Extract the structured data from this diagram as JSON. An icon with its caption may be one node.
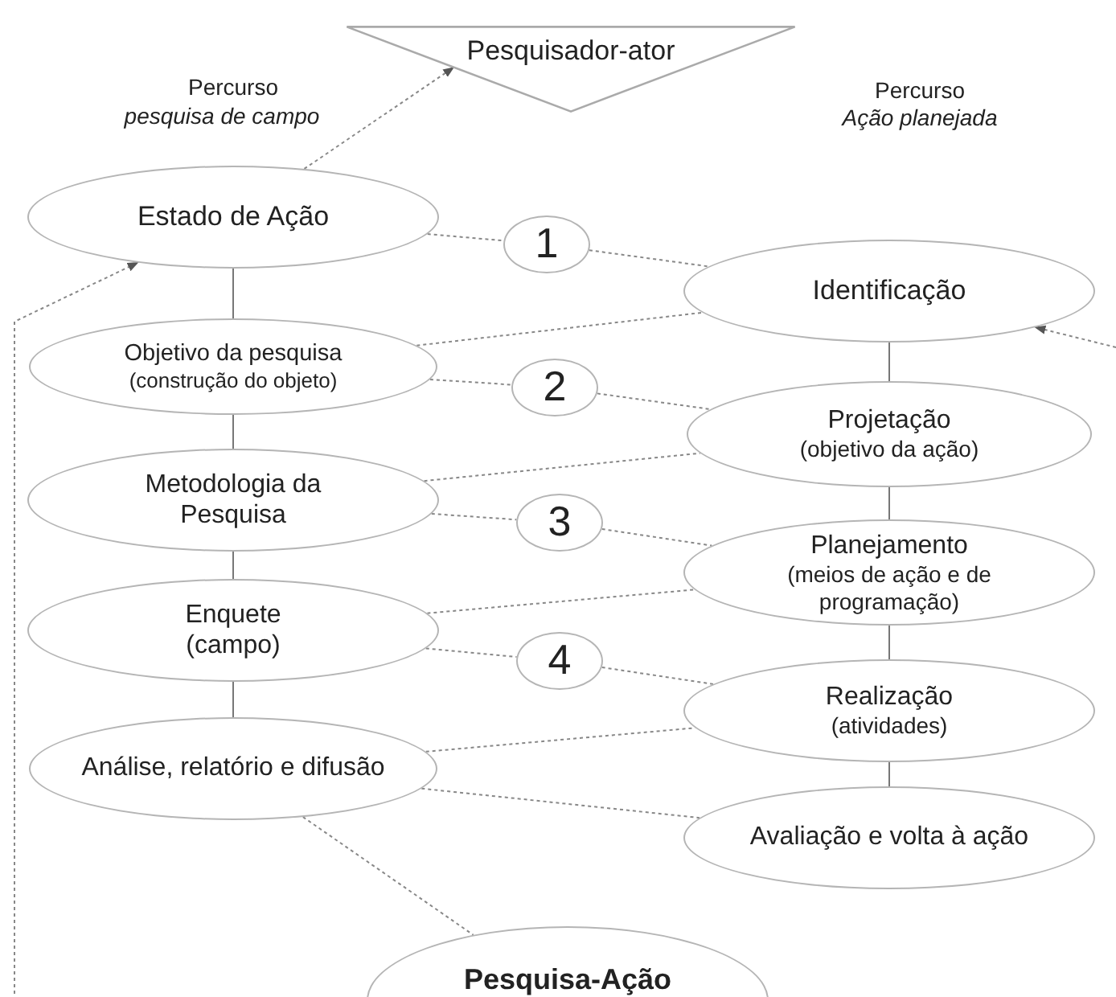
{
  "diagram": {
    "nodes": [
      {
        "text": [
          "Pesquisador-ator"
        ]
      },
      {
        "text": [
          "Estado de Ação"
        ]
      },
      {
        "text": [
          "1"
        ]
      },
      {
        "text": [
          "Identificação"
        ]
      },
      {
        "text": [
          "Objetivo da pesquisa",
          "(construção do objeto)"
        ]
      },
      {
        "text": [
          "2"
        ]
      },
      {
        "text": [
          "Projetação",
          "(objetivo da ação)"
        ]
      },
      {
        "text": [
          "Metodologia da Pesquisa"
        ]
      },
      {
        "text": [
          "3"
        ]
      },
      {
        "text": [
          "Planejamento",
          "(meios de ação e de programação)"
        ]
      },
      {
        "text": [
          "Enquete (campo)"
        ]
      },
      {
        "text": [
          "4"
        ]
      },
      {
        "text": [
          "Realização",
          "(atividades)"
        ]
      },
      {
        "text": [
          "Análise, relatório e difusão"
        ]
      },
      {
        "text": [
          "Avaliação e volta à ação"
        ]
      },
      {
        "text": [
          "Pesquisa-Ação"
        ]
      }
    ],
    "edges": [
      {
        "from": 1,
        "to": 0,
        "arrow": "to",
        "style": "dashed"
      },
      {
        "from": 1,
        "to": 2,
        "arrow": "none",
        "style": "dashed"
      },
      {
        "from": 2,
        "to": 3,
        "arrow": "none",
        "style": "dashed"
      },
      {
        "from": 4,
        "to": 3,
        "arrow": "none",
        "style": "dashed"
      },
      {
        "from": 1,
        "to": 4,
        "arrow": "none"
      },
      {
        "from": 4,
        "to": 5,
        "arrow": "none",
        "style": "dashed"
      },
      {
        "from": 5,
        "to": 6,
        "arrow": "none",
        "style": "dashed"
      },
      {
        "from": 7,
        "to": 6,
        "arrow": "none",
        "style": "dashed"
      },
      {
        "from": 4,
        "to": 7,
        "arrow": "none"
      },
      {
        "from": 7,
        "to": 8,
        "arrow": "none",
        "style": "dashed"
      },
      {
        "from": 8,
        "to": 9,
        "arrow": "none",
        "style": "dashed"
      },
      {
        "from": 10,
        "to": 9,
        "arrow": "none",
        "style": "dashed"
      },
      {
        "from": 7,
        "to": 10,
        "arrow": "none"
      },
      {
        "from": 10,
        "to": 11,
        "arrow": "none",
        "style": "dashed"
      },
      {
        "from": 11,
        "to": 12,
        "arrow": "none",
        "style": "dashed"
      },
      {
        "from": 13,
        "to": 12,
        "arrow": "none",
        "style": "dashed"
      },
      {
        "from": 10,
        "to": 13,
        "arrow": "none"
      },
      {
        "from": 13,
        "to": 14,
        "arrow": "none",
        "style": "dashed"
      },
      {
        "from": 13,
        "to": 15,
        "arrow": "none",
        "style": "dashed"
      },
      {
        "from": 3,
        "to": 6,
        "arrow": "none"
      },
      {
        "from": 6,
        "to": 9,
        "arrow": "none"
      },
      {
        "from": 9,
        "to": 12,
        "arrow": "none"
      },
      {
        "from": 12,
        "to": 14,
        "arrow": "none"
      },
      {
        "from": null,
        "to": 1,
        "arrow": "to",
        "style": "dashed"
      },
      {
        "from": null,
        "to": 3,
        "arrow": "to",
        "style": "dashed"
      }
    ],
    "labels": [
      "Percurso",
      "pesquisa de campo",
      "Percurso",
      "Ação planejada"
    ]
  }
}
